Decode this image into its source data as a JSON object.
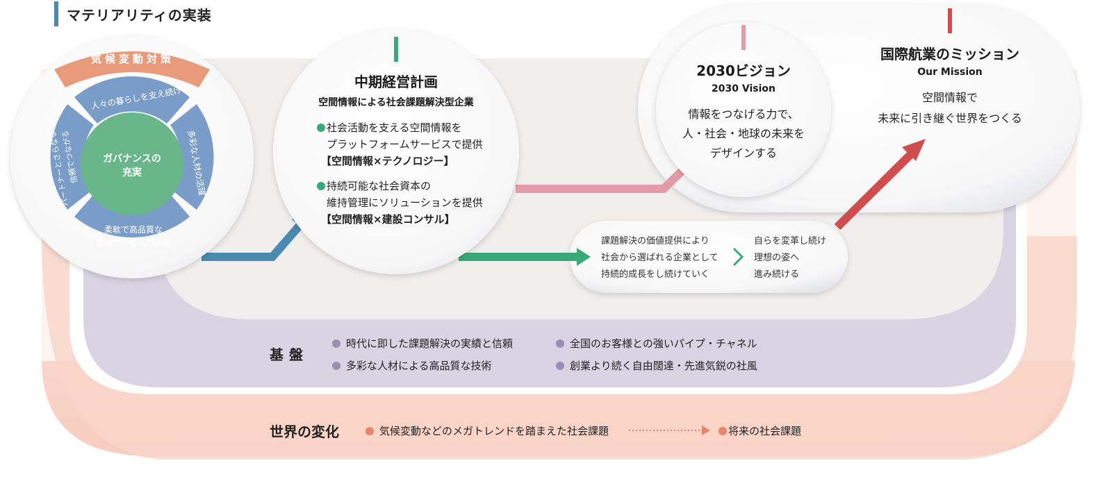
{
  "page": {
    "title": "マテリアリティの実装"
  },
  "materiality": {
    "top_band": "気候変動対策",
    "ring_items": [
      "人々の暮らしを支え続ける",
      "多彩な人材の活躍",
      "柔軟で高品質な",
      "技術サービスの追求",
      "パートナーとさらなる高みへ",
      "信頼でつながる"
    ],
    "core_line1": "ガバナンスの",
    "core_line2": "充実"
  },
  "midterm": {
    "title": "中期経営計画",
    "subtitle": "空間情報による社会課題解決型企業",
    "item1_line1": "社会活動を支える空間情報を",
    "item1_line2": "プラットフォームサービスで提供",
    "item1_tag": "【空間情報×テクノロジー】",
    "item2_line1": "持続可能な社会資本の",
    "item2_line2": "維持管理にソリューションを提供",
    "item2_tag": "【空間情報×建設コンサル】"
  },
  "vision": {
    "title": "2030ビジョン",
    "subtitle": "2030 Vision",
    "line1": "情報をつなげる力で、",
    "line2": "人・社会・地球の未来を",
    "line3": "デザインする"
  },
  "mission": {
    "title": "国際航業のミッション",
    "subtitle": "Our Mission",
    "line1": "空間情報で",
    "line2": "未来に引き継ぐ世界をつくる"
  },
  "value": {
    "left": [
      "課題解決の価値提供により",
      "社会から選ばれる企業として",
      "持続的成長をし続けていく"
    ],
    "right": [
      "自らを変革し続け",
      "理想の姿へ",
      "進み続ける"
    ]
  },
  "foundation": {
    "label": "基盤",
    "items": [
      "時代に即した課題解決の実績と信頼",
      "全国のお客様との強いパイプ・チャネル",
      "多彩な人材による高品質な技術",
      "創業より続く自由闊達・先進気鋭の社風"
    ]
  },
  "world": {
    "label": "世界の変化",
    "item1": "気候変動などのメガトレンドを踏まえた社会課題",
    "item2": "将来の社会課題"
  },
  "colors": {
    "accent_blue": "#4a8ab0",
    "accent_green": "#3aa97a",
    "accent_pink": "#e59aa8",
    "accent_red": "#cf4d4d",
    "ring_blue": "#7a9cc8",
    "core_green": "#68b68a",
    "band_orange": "#e89a7a",
    "foundation_purple": "#d8d3e2",
    "world_peach": "#f8d2c6",
    "dot_purple": "#9a8fb0",
    "dot_orange": "#e6866a"
  }
}
